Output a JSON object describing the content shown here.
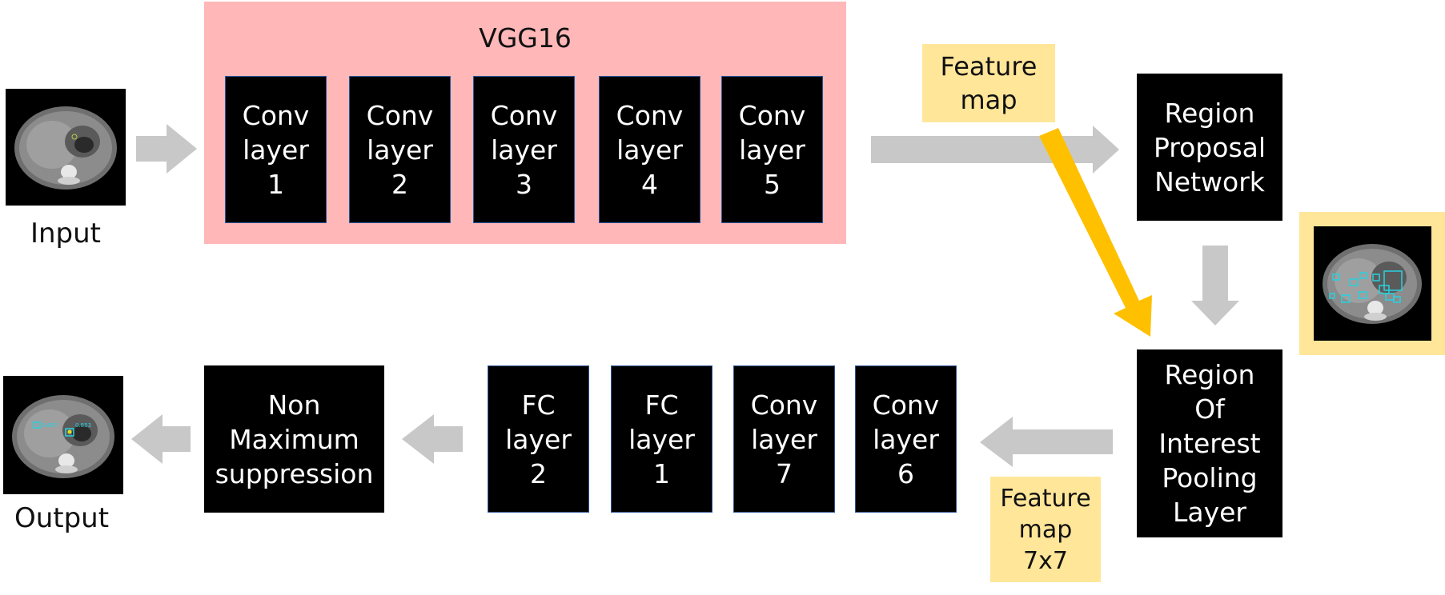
{
  "vgg": {
    "title": "VGG16",
    "layers": [
      {
        "lines": [
          "Conv",
          "layer",
          "1"
        ]
      },
      {
        "lines": [
          "Conv",
          "layer",
          "2"
        ]
      },
      {
        "lines": [
          "Conv",
          "layer",
          "3"
        ]
      },
      {
        "lines": [
          "Conv",
          "layer",
          "4"
        ]
      },
      {
        "lines": [
          "Conv",
          "layer",
          "5"
        ]
      }
    ]
  },
  "rpn": {
    "lines": [
      "Region",
      "Proposal",
      "Network"
    ]
  },
  "roi": {
    "lines": [
      "Region",
      "Of",
      "Interest",
      "Pooling",
      "Layer"
    ]
  },
  "feature_map_top": {
    "lines": [
      "Feature",
      "map"
    ]
  },
  "feature_map_bottom": {
    "lines": [
      "Feature",
      "map",
      "7x7"
    ]
  },
  "bottom_layers": [
    {
      "lines": [
        "Conv",
        "layer",
        "6"
      ]
    },
    {
      "lines": [
        "Conv",
        "layer",
        "7"
      ]
    },
    {
      "lines": [
        "FC",
        "layer",
        "1"
      ]
    },
    {
      "lines": [
        "FC",
        "layer",
        "2"
      ]
    }
  ],
  "nms": {
    "lines": [
      "Non",
      "Maximum",
      "suppression"
    ]
  },
  "input_label": "Input",
  "output_label": "Output",
  "output_scores": [
    "0.687",
    "0.853"
  ],
  "colors": {
    "vgg_background": "#ffb7b8",
    "feature_map_background": "#ffe699",
    "gray_arrow": "#c8c8c8",
    "yellow_arrow": "#ffc000",
    "box_border": "#2e5599"
  }
}
